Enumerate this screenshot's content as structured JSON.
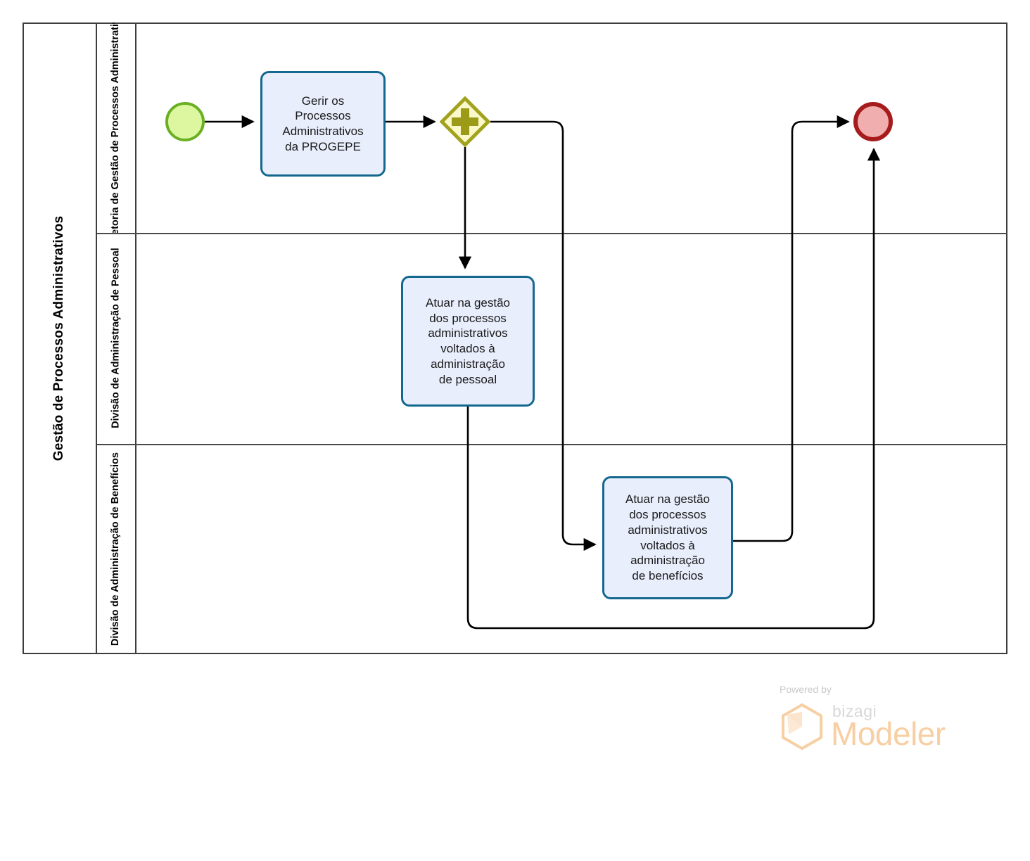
{
  "diagram": {
    "type": "bpmn-pool-lanes",
    "pool": {
      "label": "Gestão de Processos Administrativos"
    },
    "lanes": [
      {
        "id": "lane-diretoria",
        "label": "Diretoria de Gestão de\nProcessos Administrativos"
      },
      {
        "id": "lane-pessoal",
        "label": "Divisão de Administração de\nPessoal"
      },
      {
        "id": "lane-beneficios",
        "label": "Divisão de Administração de\nBenefícios"
      }
    ],
    "events": {
      "start": {
        "name": "start-event",
        "label": ""
      },
      "end": {
        "name": "end-event",
        "label": ""
      }
    },
    "gateway": {
      "name": "parallel-gateway",
      "marker": "+",
      "label": ""
    },
    "tasks": [
      {
        "id": "task-gerir-processos",
        "label": "Gerir os\nProcessos\nAdministrativos\nda PROGEPE",
        "lane": "lane-diretoria"
      },
      {
        "id": "task-gestao-pessoal",
        "label": "Atuar na gestão\ndos processos\nadministrativos\nvoltados à\nadministração\nde pessoal",
        "lane": "lane-pessoal"
      },
      {
        "id": "task-gestao-beneficios",
        "label": "Atuar na gestão\ndos processos\nadministrativos\nvoltados à\nadministração\nde benefícios",
        "lane": "lane-beneficios"
      }
    ],
    "colors": {
      "task_fill": "#e9eefc",
      "task_border": "#14688f",
      "gateway_fill": "#fbf8c9",
      "gateway_border": "#a2a21e",
      "gateway_marker": "#9b9b18",
      "start_fill": "#ddf7a0",
      "start_border": "#6ab023",
      "end_fill": "#f0aeae",
      "end_border": "#a61c1c",
      "lane_border": "#3d3d3d",
      "flow_line": "#000000"
    }
  },
  "watermark": {
    "powered_by": "Powered by",
    "brand": "bizagi",
    "product": "Modeler"
  }
}
